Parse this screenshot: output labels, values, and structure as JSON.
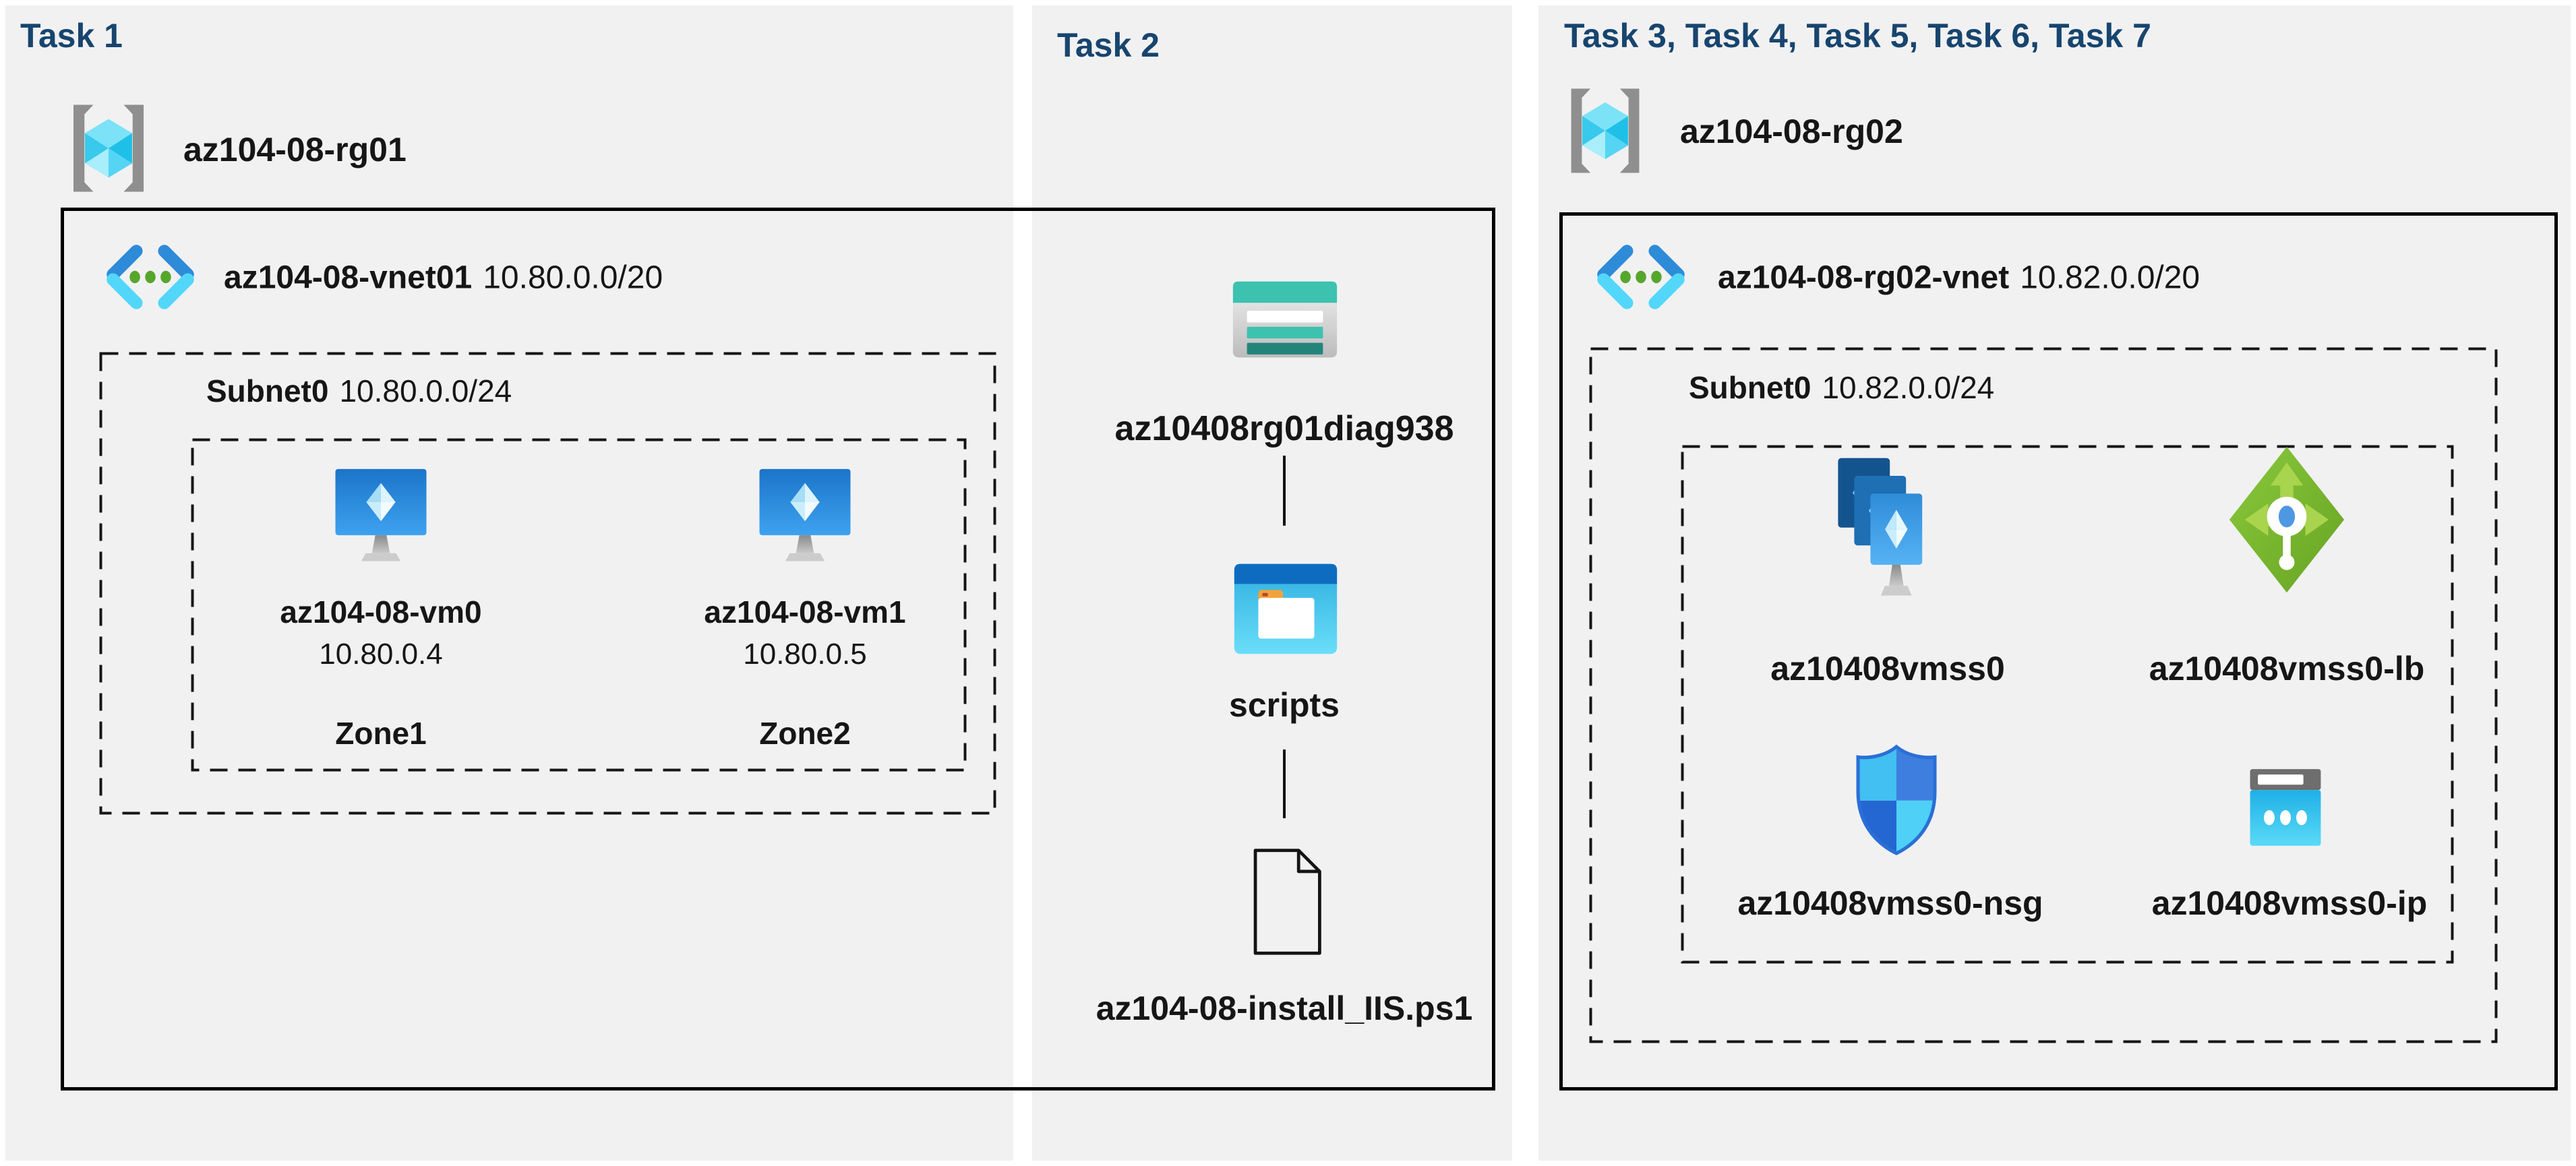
{
  "colors": {
    "page_background": "#FFFFFF",
    "panel_background": "#F1F1F2",
    "heading_text": "#17456E",
    "label_text": "#161616",
    "boundary_solid": "#000000",
    "boundary_dashed": "#151515",
    "azure_blue": "#2E8CD8",
    "azure_cyan": "#50D2F0",
    "vnet_green_dot": "#57A62C",
    "lb_green": "#76B82F",
    "nsg_blue": "#3E7EDF",
    "storage_teal": "#3DC2B0",
    "folder_orange": "#F3A23B",
    "bracket_gray": "#8F8F8F"
  },
  "panels": {
    "task1": {
      "heading": "Task 1",
      "resource_group": {
        "name": "az104-08-rg01"
      },
      "vnet": {
        "name": "az104-08-vnet01",
        "cidr": "10.80.0.0/20"
      },
      "subnet": {
        "name": "Subnet0",
        "cidr": "10.80.0.0/24"
      },
      "vms": [
        {
          "name": "az104-08-vm0",
          "ip": "10.80.0.4",
          "zone": "Zone1"
        },
        {
          "name": "az104-08-vm1",
          "ip": "10.80.0.5",
          "zone": "Zone2"
        }
      ]
    },
    "task2": {
      "heading": "Task 2",
      "storage_account": {
        "name": "az10408rg01diag938"
      },
      "container": {
        "name": "scripts"
      },
      "file": {
        "name": "az104-08-install_IIS.ps1"
      }
    },
    "task3": {
      "heading": "Task 3, Task 4, Task 5, Task 6, Task 7",
      "resource_group": {
        "name": "az104-08-rg02"
      },
      "vnet": {
        "name": "az104-08-rg02-vnet",
        "cidr": "10.82.0.0/20"
      },
      "subnet": {
        "name": "Subnet0",
        "cidr": "10.82.0.0/24"
      },
      "resources": [
        {
          "name": "az10408vmss0",
          "type": "virtual-machine-scale-set"
        },
        {
          "name": "az10408vmss0-lb",
          "type": "load-balancer"
        },
        {
          "name": "az10408vmss0-nsg",
          "type": "network-security-group"
        },
        {
          "name": "az10408vmss0-ip",
          "type": "public-ip-address"
        }
      ]
    }
  }
}
